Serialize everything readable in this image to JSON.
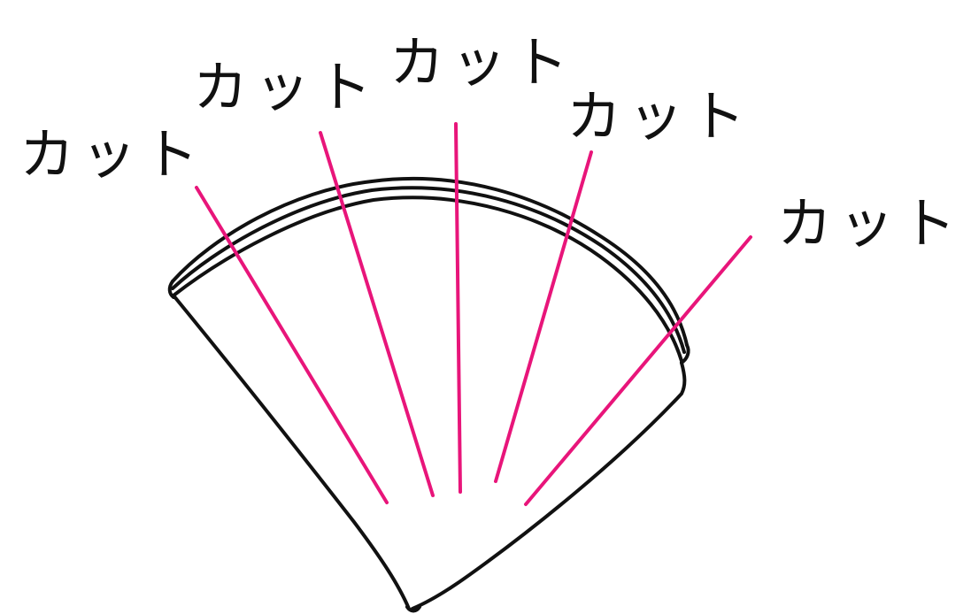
{
  "colors": {
    "cut_line": "#e8157a",
    "outline": "#111111",
    "background": "#ffffff"
  },
  "labels": [
    {
      "text": "カット"
    },
    {
      "text": "カット"
    },
    {
      "text": "カット"
    },
    {
      "text": "カット"
    },
    {
      "text": "カット"
    }
  ]
}
